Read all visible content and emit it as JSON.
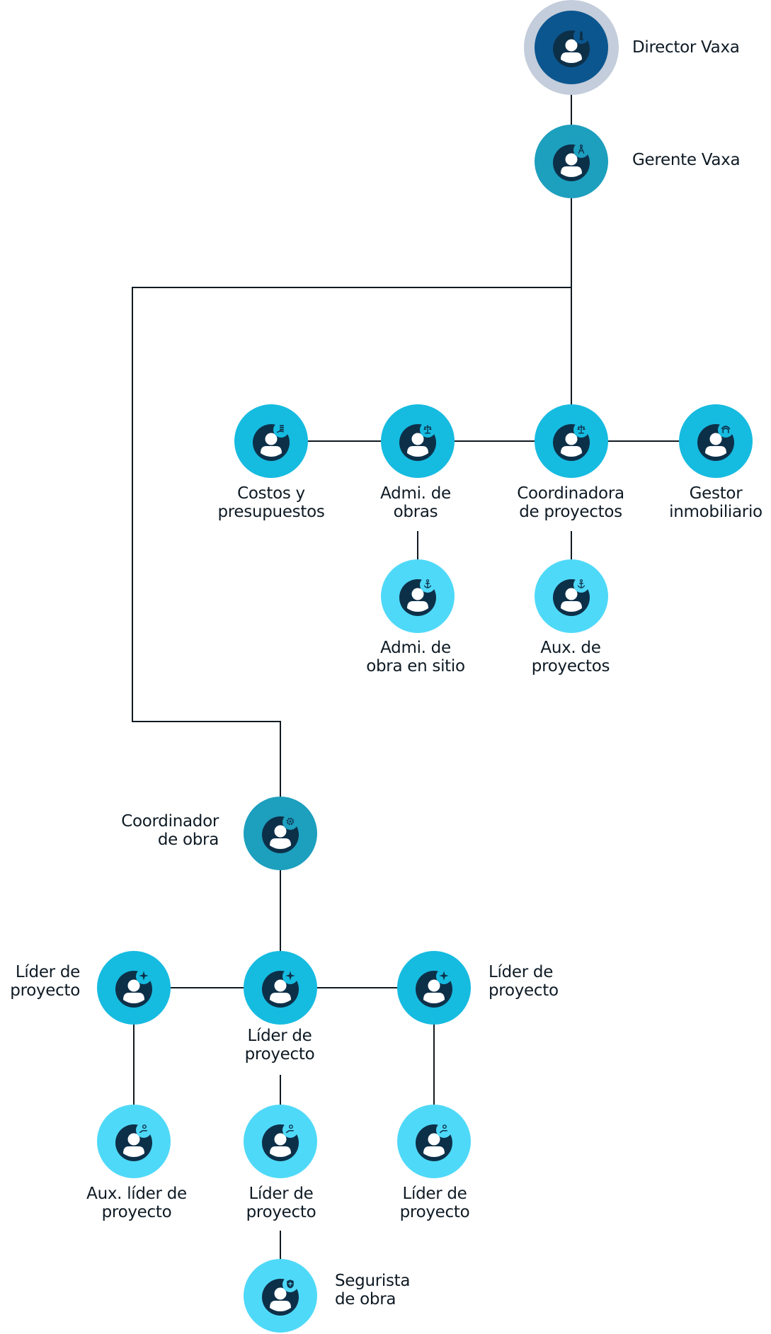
{
  "title": "Organigrama Vaxa",
  "colors": {
    "line": "#111a22",
    "director_ring": "#c4cddb",
    "director": "#0b568f",
    "manager": "#1d9fbe",
    "mid": "#16bbe0",
    "light": "#4fd9f8",
    "icon_disc": "#0d3049",
    "person": "#ffffff"
  },
  "nodes": {
    "director": {
      "line1": "Director Vaxa",
      "line2": "",
      "icon": "lighthouse-icon",
      "tier": "director"
    },
    "gerente": {
      "line1": "Gerente Vaxa",
      "line2": "",
      "icon": "compass-drafting-icon",
      "tier": "manager"
    },
    "costos": {
      "line1": "Costos y",
      "line2": "presupuestos",
      "icon": "money-hand-icon",
      "tier": "mid"
    },
    "admi_obras": {
      "line1": "Admi. de",
      "line2": "obras",
      "icon": "scales-icon",
      "tier": "mid"
    },
    "coord_proyectos": {
      "line1": "Coordinadora",
      "line2": "de proyectos",
      "icon": "scales-icon",
      "tier": "mid"
    },
    "gestor": {
      "line1": "Gestor",
      "line2": "inmobiliario",
      "icon": "house-roof-icon",
      "tier": "mid"
    },
    "admi_sitio": {
      "line1": "Admi. de",
      "line2": "obra en sitio",
      "icon": "anchor-icon",
      "tier": "light"
    },
    "aux_proyectos": {
      "line1": "Aux. de",
      "line2": "proyectos",
      "icon": "anchor-icon",
      "tier": "light"
    },
    "coord_obra": {
      "line1": "Coordinador",
      "line2": "de obra",
      "icon": "gear-icon",
      "tier": "manager"
    },
    "lider_1": {
      "line1": "Líder de",
      "line2": "proyecto",
      "icon": "compass-star-icon",
      "tier": "mid"
    },
    "lider_2": {
      "line1": "Líder de",
      "line2": "proyecto",
      "icon": "compass-star-icon",
      "tier": "mid"
    },
    "lider_3": {
      "line1": "Líder de",
      "line2": "proyecto",
      "icon": "compass-star-icon",
      "tier": "mid"
    },
    "aux_lider": {
      "line1": "Aux. líder de",
      "line2": "proyecto",
      "icon": "hand-person-icon",
      "tier": "light"
    },
    "lider_4": {
      "line1": "Líder de",
      "line2": "proyecto",
      "icon": "hand-person-icon",
      "tier": "light"
    },
    "lider_5": {
      "line1": "Líder de",
      "line2": "proyecto",
      "icon": "hand-person-icon",
      "tier": "light"
    },
    "segurista": {
      "line1": "Segurista",
      "line2": "de obra",
      "icon": "shield-icon",
      "tier": "light"
    }
  },
  "edges": [
    [
      "director",
      "gerente"
    ],
    [
      "gerente",
      "coord_proyectos"
    ],
    [
      "gerente",
      "coord_obra"
    ],
    [
      "coord_proyectos",
      "costos"
    ],
    [
      "coord_proyectos",
      "admi_obras"
    ],
    [
      "coord_proyectos",
      "gestor"
    ],
    [
      "admi_obras",
      "admi_sitio"
    ],
    [
      "coord_proyectos",
      "aux_proyectos"
    ],
    [
      "coord_obra",
      "lider_2"
    ],
    [
      "lider_2",
      "lider_1"
    ],
    [
      "lider_2",
      "lider_3"
    ],
    [
      "lider_1",
      "aux_lider"
    ],
    [
      "lider_2",
      "lider_4"
    ],
    [
      "lider_3",
      "lider_5"
    ],
    [
      "lider_4",
      "segurista"
    ]
  ]
}
